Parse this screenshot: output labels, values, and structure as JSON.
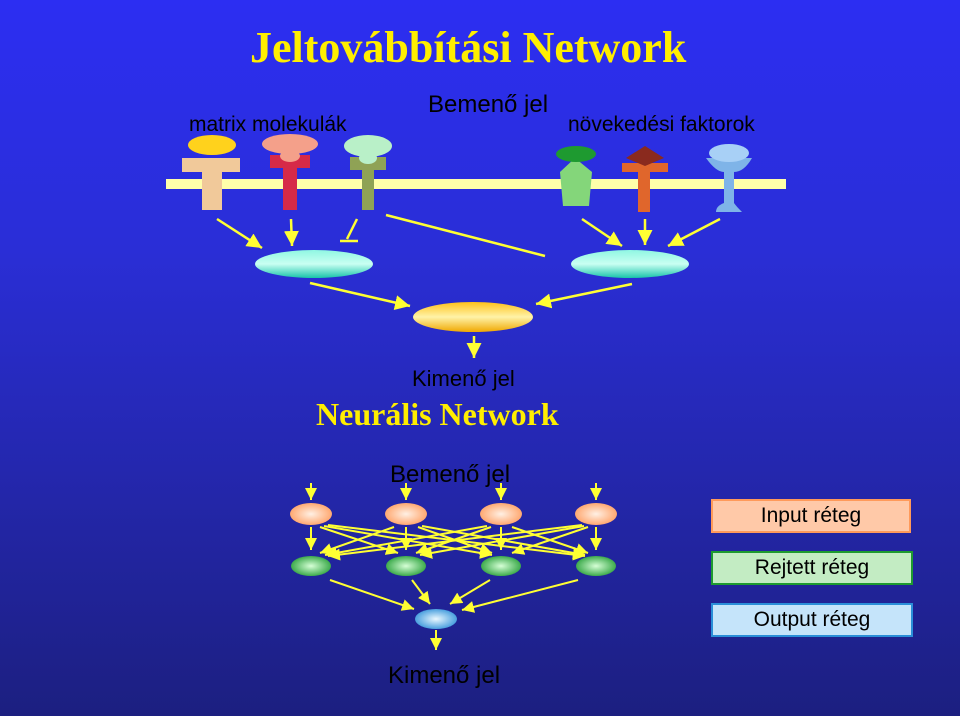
{
  "title_top": "Jeltovábbítási Network",
  "label_matrix": "matrix molekulák",
  "label_input_top": "Bemenő jel",
  "label_growth": "növekedési faktorok",
  "label_output_top": "Kimenő jel",
  "title_bottom": "Neurális Network",
  "label_input_bottom": "Bemenő jel",
  "label_output_bottom": "Kimenő jel",
  "legend": {
    "input": "Input réteg",
    "hidden": "Rejtett réteg",
    "output": "Output réteg"
  },
  "colors": {
    "title": "#ffee00",
    "arrow": "#ffff33",
    "membrane": "#ffffaa",
    "input_node": "#ffb07a",
    "hidden_node": "#26a83a",
    "output_node": "#4aa8e0",
    "signal_node": "#22d4b8",
    "output_signal_node": "#ffd23a",
    "legend_input_bg": "#ffc9a8",
    "legend_hidden_bg": "#c3ecc3",
    "legend_output_bg": "#c5e4fa"
  }
}
